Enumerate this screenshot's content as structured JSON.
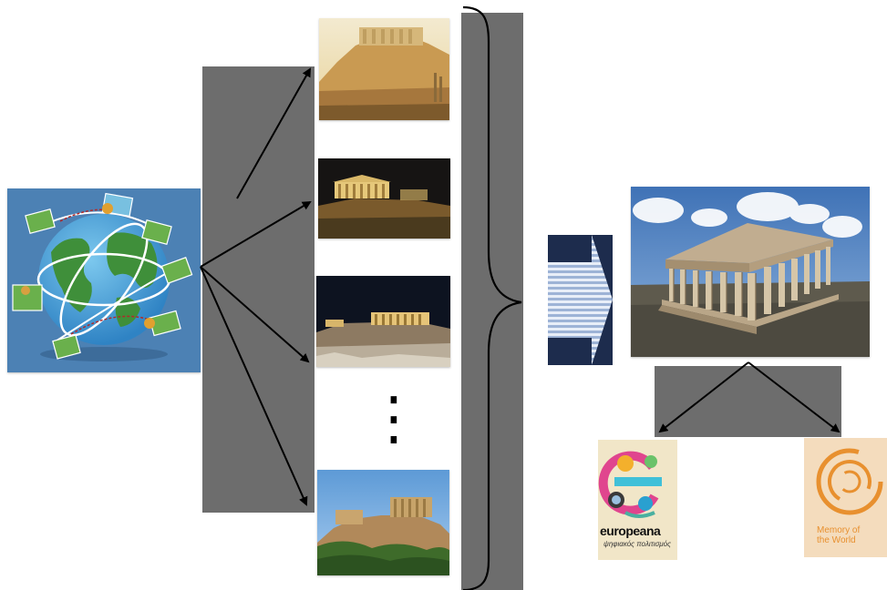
{
  "colors": {
    "panel": "#6d6d6d",
    "arrow": "#000000",
    "globe_background": "#4a7fb2",
    "compress_box": "#1d2c4d",
    "mow_orange": "#e8902f"
  },
  "diagram": {
    "source": {
      "icon": "globe-photo-sharing-icon"
    },
    "images": [
      {
        "icon": "acropolis-painting-photo"
      },
      {
        "icon": "parthenon-night-photo"
      },
      {
        "icon": "acropolis-night-panorama-photo"
      },
      {
        "icon": "acropolis-hill-day-photo"
      }
    ],
    "ellipsis": "⋮",
    "brace": {
      "icon": "right-curly-brace-icon"
    },
    "process": {
      "icon": "striped-arrow-icon"
    },
    "result": {
      "icon": "parthenon-3d-model-render"
    },
    "outputs": [
      {
        "icon": "europeana-logo",
        "wordmark": "europeana",
        "tagline": "ψηφιακός πολιτισμός"
      },
      {
        "icon": "memory-of-the-world-logo",
        "caption_line1": "Memory of",
        "caption_line2": "the World"
      }
    ]
  }
}
